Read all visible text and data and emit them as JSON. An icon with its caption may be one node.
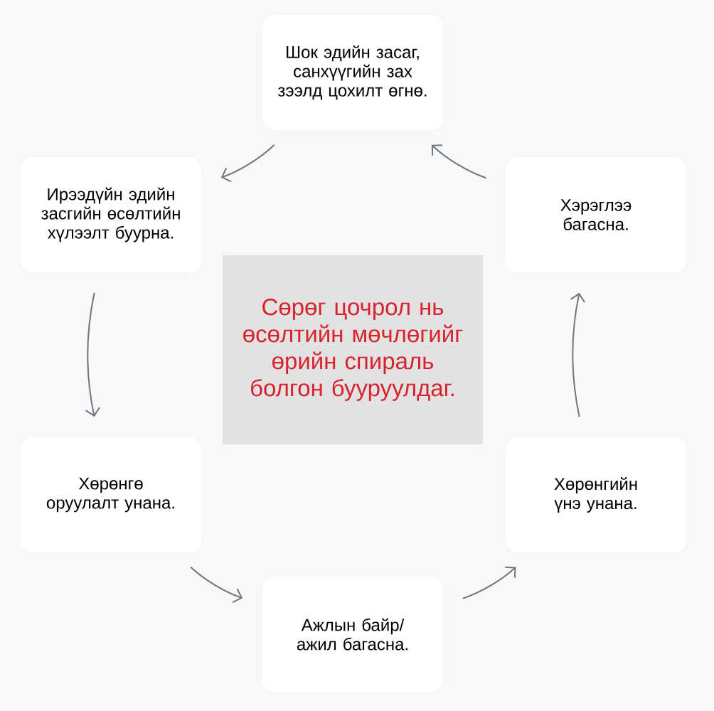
{
  "diagram": {
    "nodes": [
      {
        "text": [
          "Шок эдийн засаг, санхүүгийн зах зээлд цохилт өгнө."
        ]
      },
      {
        "text": [
          "Ирээдүйн эдийн засгийн өсөлтийн хүлээлт буурна."
        ]
      },
      {
        "text": [
          "Хэрэглээ багасна."
        ]
      },
      {
        "text": [
          "Сөрөг цочрол нь өсөлтийн мөчлөгийг өрийн спираль болгон бууруулдаг."
        ]
      },
      {
        "text": [
          "Хөрөнгө оруулалт унана."
        ]
      },
      {
        "text": [
          "Хөрөнгийн үнэ унана."
        ]
      },
      {
        "text": [
          "Ажлын байр/ ажил багасна."
        ]
      }
    ],
    "edges": [
      {
        "from": 0,
        "to": 1,
        "arrow": "to"
      },
      {
        "from": 1,
        "to": 4,
        "arrow": "to"
      },
      {
        "from": 4,
        "to": 6,
        "arrow": "to"
      },
      {
        "from": 6,
        "to": 5,
        "arrow": "to"
      },
      {
        "from": 5,
        "to": 2,
        "arrow": "to"
      },
      {
        "from": 2,
        "to": 0,
        "arrow": "to"
      }
    ]
  }
}
